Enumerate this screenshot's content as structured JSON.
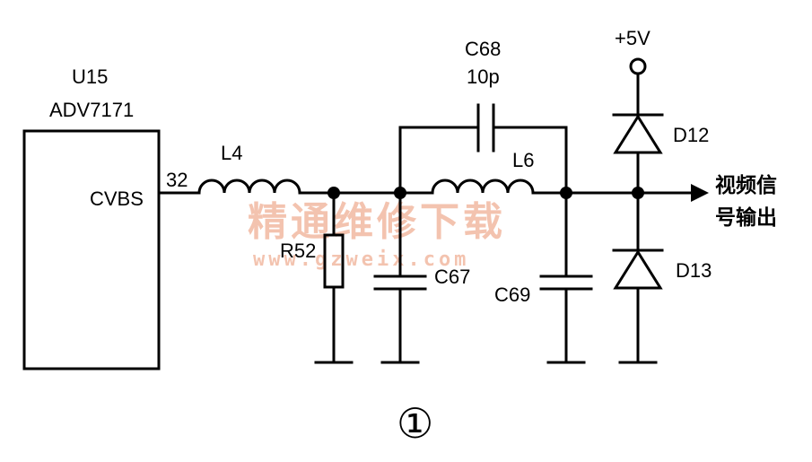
{
  "chip": {
    "ref": "U15",
    "part": "ADV7171",
    "pin_name": "CVBS",
    "pin_number": "32"
  },
  "components": {
    "l4": "L4",
    "l6": "L6",
    "r52": "R52",
    "c67": "C67",
    "c68": "C68",
    "c68_value": "10p",
    "c69": "C69",
    "d12": "D12",
    "d13": "D13"
  },
  "supply": "+5V",
  "output": {
    "line1": "视频信",
    "line2": "号输出"
  },
  "watermark": {
    "text": "精通维修下载",
    "url": "www.gzweix.com"
  },
  "figure_number": "①",
  "colors": {
    "wire": "#000000",
    "watermark": "#f2b9a2",
    "background": "#ffffff"
  }
}
